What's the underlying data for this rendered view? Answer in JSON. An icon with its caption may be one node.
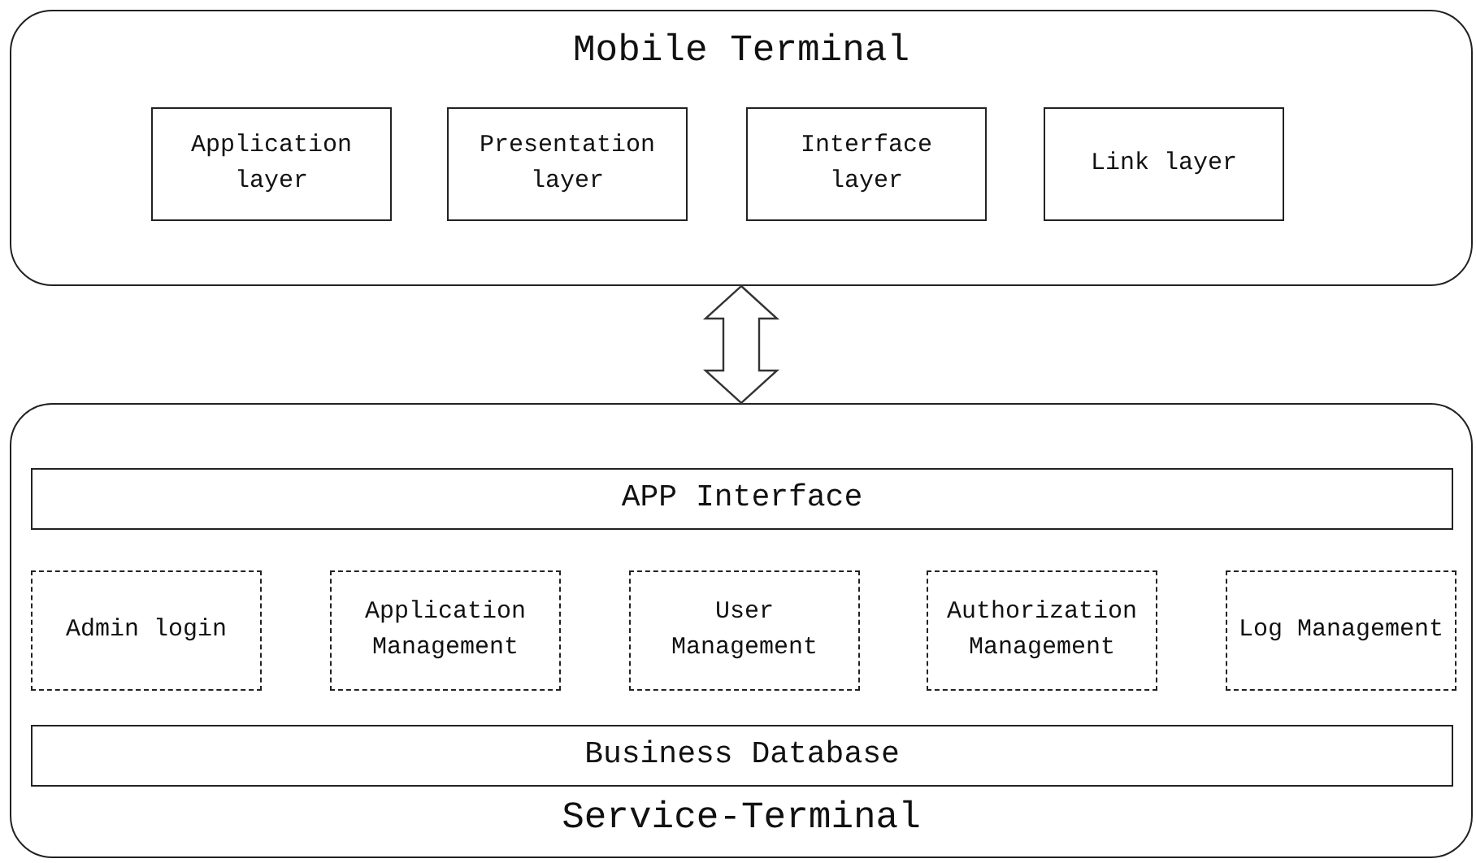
{
  "diagram": {
    "nodes": [
      {
        "text": [
          "Mobile Terminal"
        ]
      },
      {
        "text": [
          "Application layer"
        ],
        "in": 0
      },
      {
        "text": [
          "Presentation layer"
        ],
        "in": 0
      },
      {
        "text": [
          "Interface layer"
        ],
        "in": 0
      },
      {
        "text": [
          "Link layer"
        ],
        "in": 0
      },
      {
        "text": [
          "Service-Terminal"
        ]
      },
      {
        "text": [
          "APP Interface"
        ],
        "in": 5
      },
      {
        "text": [
          "Admin login"
        ],
        "in": 5
      },
      {
        "text": [
          "Application Management"
        ],
        "in": 5
      },
      {
        "text": [
          "User Management"
        ],
        "in": 5
      },
      {
        "text": [
          "Authorization Management"
        ],
        "in": 5
      },
      {
        "text": [
          "Log Management"
        ],
        "in": 5
      },
      {
        "text": [
          "Business Database"
        ],
        "in": 5
      }
    ],
    "edges": [
      {
        "from": 0,
        "to": 5,
        "arrow": "both"
      }
    ]
  }
}
